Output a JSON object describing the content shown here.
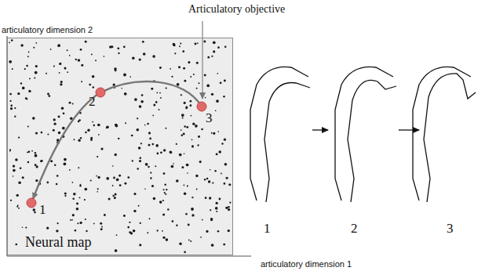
{
  "diagram": {
    "nodes": [
      {
        "text": [
          "Neural map"
        ]
      }
    ],
    "labels": [
      "Articulatory objective",
      "articulatory dimension 2",
      "1",
      "2",
      "3",
      "1",
      "2",
      "3",
      "articulatory dimension 1"
    ]
  }
}
